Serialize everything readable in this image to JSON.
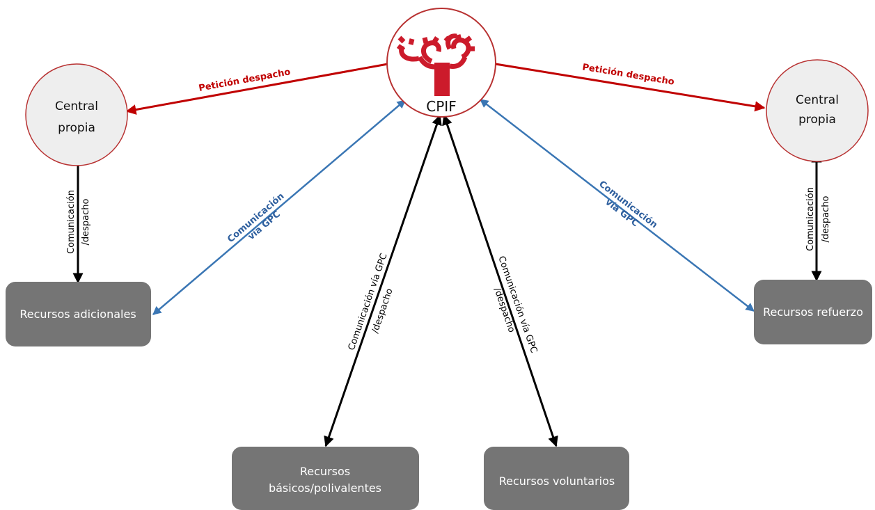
{
  "colors": {
    "red_arrow": "#c00000",
    "blue_arrow": "#3a76b4",
    "black_arrow": "#000000",
    "circle_fill": "#eeeeee",
    "circle_stroke": "#b83232",
    "box_fill": "#757575",
    "box_text": "#ffffff",
    "logo": "#cc1b2b"
  },
  "nodes": {
    "cpif": {
      "label": "CPIF",
      "icon": "cpif-tree-logo-icon"
    },
    "central_left": {
      "line1": "Central",
      "line2": "propia"
    },
    "central_right": {
      "line1": "Central",
      "line2": "propia"
    }
  },
  "boxes": {
    "adicionales": {
      "label": "Recursos adicionales"
    },
    "refuerzo": {
      "label": "Recursos refuerzo"
    },
    "basicos": {
      "line1": "Recursos",
      "line2": "básicos/polivalentes"
    },
    "voluntarios": {
      "label": "Recursos voluntarios"
    }
  },
  "edges": {
    "peticion_left": {
      "label": "Petición despacho"
    },
    "peticion_right": {
      "label": "Petición despacho"
    },
    "gpc_left": {
      "line1": "Comunicación",
      "line2": "vía GPC"
    },
    "gpc_right": {
      "line1": "Comunicación",
      "line2": "vía GPC"
    },
    "despacho_left": {
      "line1": "Comunicación",
      "line2": "/despacho"
    },
    "despacho_right": {
      "line1": "Comunicación",
      "line2": "/despacho"
    },
    "basicos_edge": {
      "line1": "Comunicación vía GPC",
      "line2": "/despacho"
    },
    "voluntarios_edge": {
      "line1": "Comunicación vía GPC",
      "line2": "/despacho"
    }
  }
}
